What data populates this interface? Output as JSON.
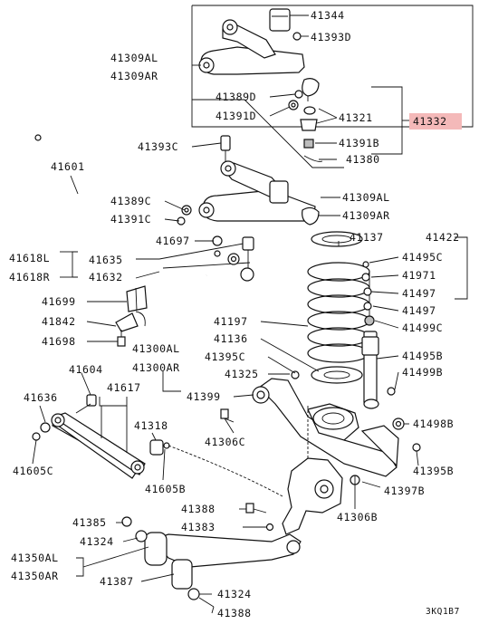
{
  "colors": {
    "ink": "#111111",
    "highlight_box": "#f4b9b9",
    "background": "#ffffff"
  },
  "labels": {
    "p41344": "41344",
    "p41393D": "41393D",
    "p41309AL_top": "41309AL",
    "p41309AR_top": "41309AR",
    "p41389D": "41389D",
    "p41391D": "41391D",
    "p41321": "41321",
    "p41332": "41332",
    "p41391B": "41391B",
    "p41380": "41380",
    "p41393C": "41393C",
    "p41601": "41601",
    "p41389C": "41389C",
    "p41391C": "41391C",
    "p41309AL_mid": "41309AL",
    "p41309AR_mid": "41309AR",
    "p41697": "41697",
    "p41618L": "41618L",
    "p41618R": "41618R",
    "p41635": "41635",
    "p41632": "41632",
    "p41137": "41137",
    "p41422": "41422",
    "p41495C": "41495C",
    "p41971": "41971",
    "p41497a": "41497",
    "p41497b": "41497",
    "p41499C": "41499C",
    "p41699": "41699",
    "p41842": "41842",
    "p41698": "41698",
    "p41197": "41197",
    "p41136": "41136",
    "p41395C": "41395C",
    "p41300AL": "41300AL",
    "p41300AR": "41300AR",
    "p41325": "41325",
    "p41495B": "41495B",
    "p41499B": "41499B",
    "p41604": "41604",
    "p41617": "41617",
    "p41636": "41636",
    "p41399": "41399",
    "p41318": "41318",
    "p41306C": "41306C",
    "p41498B": "41498B",
    "p41605C": "41605C",
    "p41605B": "41605B",
    "p41395B": "41395B",
    "p41397B": "41397B",
    "p41388a": "41388",
    "p41306B": "41306B",
    "p41385": "41385",
    "p41383": "41383",
    "p41324a": "41324",
    "p41350AL": "41350AL",
    "p41350AR": "41350AR",
    "p41387": "41387",
    "p41324b": "41324",
    "p41388b": "41388",
    "code": "3KQ1B7"
  }
}
